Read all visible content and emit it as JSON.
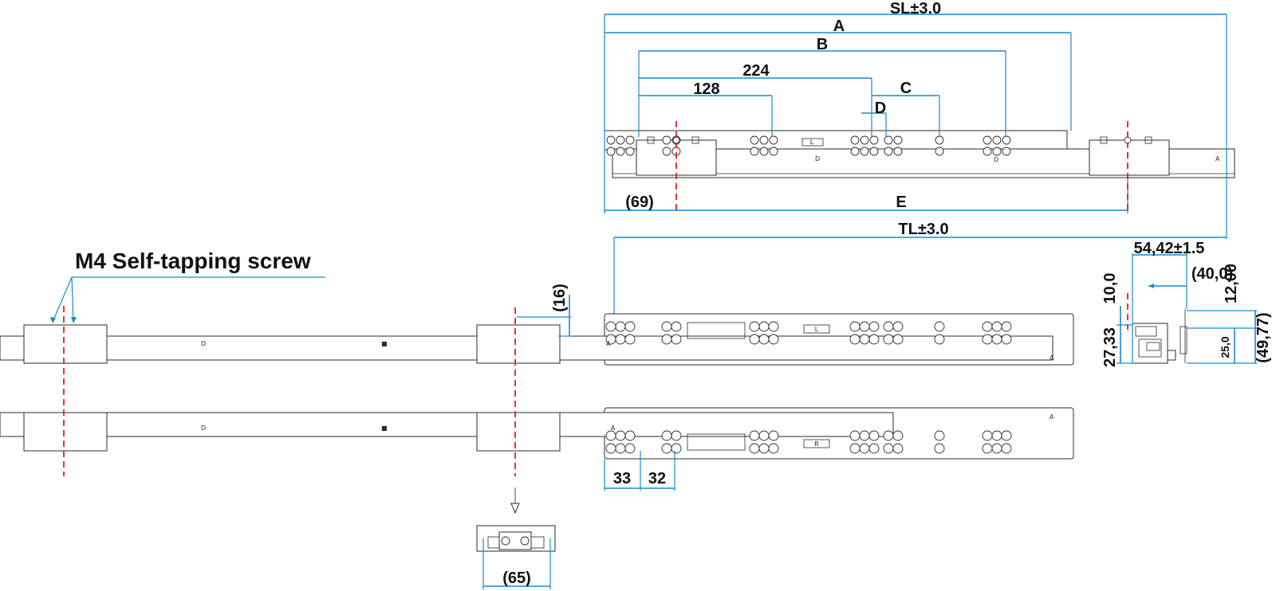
{
  "callout": {
    "screw": "M4 Self-tapping screw"
  },
  "top_view_dims": {
    "sl": "SL±3.0",
    "a": "A",
    "b": "B",
    "d224": "224",
    "c": "C",
    "d128": "128",
    "d": "D",
    "d69": "(69)",
    "e": "E",
    "tl": "TL±3.0"
  },
  "side_view_dims": {
    "d16": "(16)",
    "d33": "33",
    "d32": "32",
    "d65": "(65)"
  },
  "section_dims": {
    "width": "54,42±1.5",
    "offset": "(40,0)",
    "h10": "10,0",
    "h12": "12,00",
    "h2733": "27,33",
    "h25": "25,0",
    "h4977": "(49,77)"
  },
  "colors": {
    "dimension": "#1a8ad0",
    "centerline": "#e02020",
    "outline": "#2b2b2b"
  }
}
